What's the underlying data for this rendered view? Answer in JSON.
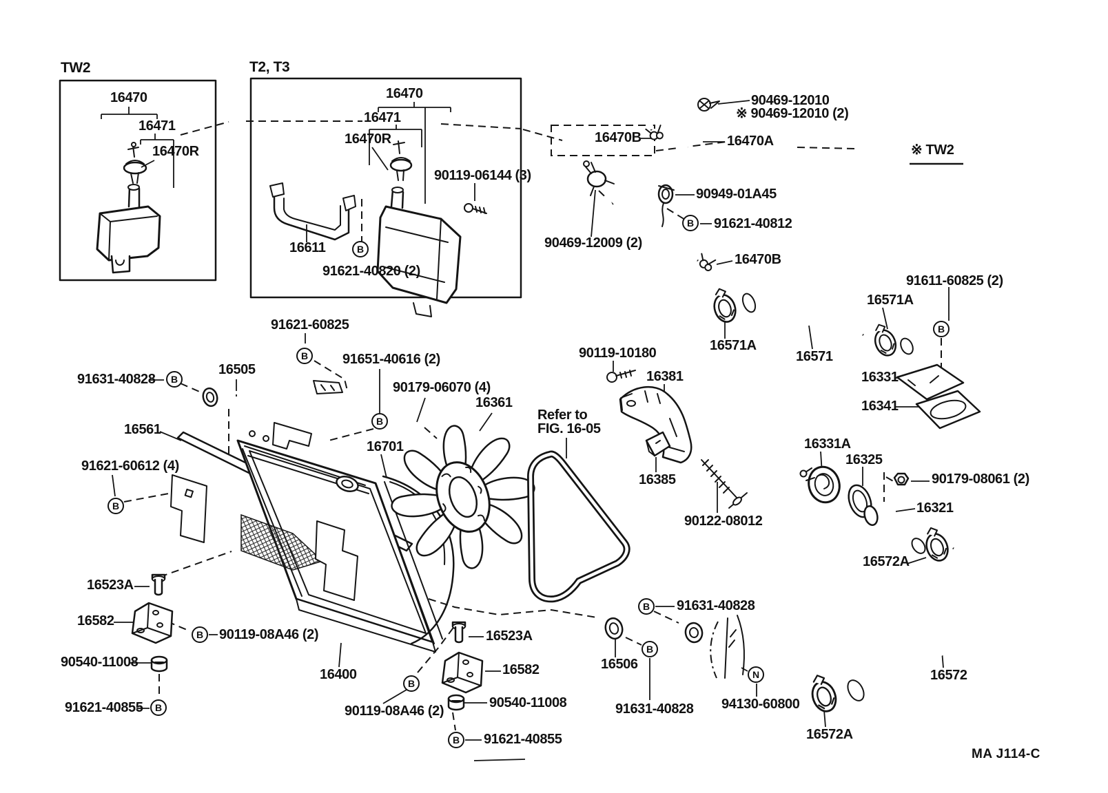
{
  "footer": {
    "code": "MA J114-C"
  },
  "glyphs": {
    "circled_b": "B",
    "circled_n": "N"
  },
  "tw2_box": {
    "title": "TW2",
    "p16470": "16470",
    "p16471": "16471",
    "p16470r": "16470R"
  },
  "t2t3_box": {
    "title": "T2, T3",
    "p16470": "16470",
    "p16471": "16471",
    "p16470r": "16470R",
    "p90119_06144": "90119-06144 (3)",
    "p16611": "16611",
    "p91621_40820": "91621-40820 (2)"
  },
  "top_right": {
    "p90469_12010": "90469-12010",
    "p90469_12010_2": "※ 90469-12010 (2)",
    "p16470b_top": "16470B",
    "p16470a": "16470A",
    "p90949_01a45": "90949-01A45",
    "p91621_40812": "91621-40812",
    "p90469_12009": "90469-12009 (2)",
    "p16470b_bottom": "16470B",
    "ref_tw2": "※ TW2"
  },
  "right_mid": {
    "p91611_60825": "91611-60825 (2)",
    "p16571a_upper": "16571A",
    "p16571a_left": "16571A",
    "p16571": "16571",
    "p16331": "16331",
    "p16341": "16341",
    "p16331a": "16331A",
    "p16325": "16325",
    "p90179_08061": "90179-08061 (2)",
    "p16321": "16321",
    "p16572a_upper": "16572A"
  },
  "mid_left": {
    "p91621_60825": "91621-60825",
    "p91631_40828": "91631-40828",
    "p16505": "16505",
    "p91651_40616": "91651-40616 (2)",
    "p90179_06070": "90179-06070 (4)",
    "p16561": "16561",
    "p91621_60612": "91621-60612 (4)",
    "p16701": "16701"
  },
  "center": {
    "p16361": "16361",
    "refer_1": "Refer to",
    "refer_2": "FIG. 16-05",
    "p90119_10180": "90119-10180",
    "p16381": "16381",
    "p16385": "16385",
    "p90122_08012": "90122-08012"
  },
  "bottom_left": {
    "p16523a": "16523A",
    "p16582": "16582",
    "p90119_08a46": "90119-08A46 (2)",
    "p90540_11008": "90540-11008",
    "p91621_40855": "91621-40855"
  },
  "bottom_center": {
    "p16400": "16400",
    "p16523a": "16523A",
    "p16582": "16582",
    "p90540_11008": "90540-11008",
    "p91621_40855": "91621-40855",
    "p90119_08a46": "90119-08A46 (2)",
    "p91631_40828_top": "91631-40828",
    "p16506": "16506",
    "p91631_40828_bottom": "91631-40828",
    "p94130_60800": "94130-60800"
  },
  "bottom_right": {
    "p16572": "16572",
    "p16572a": "16572A"
  }
}
